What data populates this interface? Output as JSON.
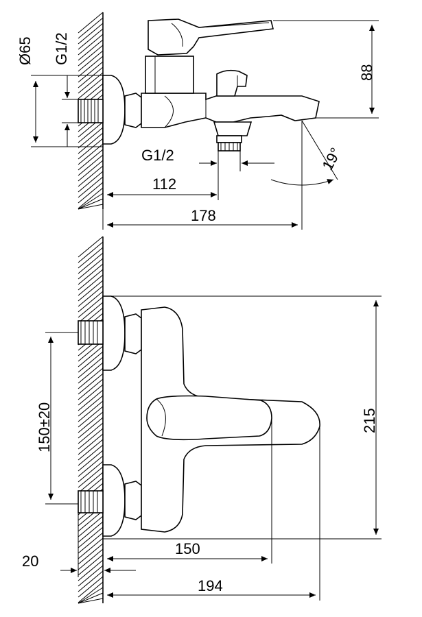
{
  "side_view": {
    "label_dia": "Ø65",
    "label_thread_wall": "G1/2",
    "label_height": "88",
    "label_thread_bottom": "G1/2",
    "label_depth_outlet": "112",
    "label_depth_total": "178",
    "label_angle": "19°"
  },
  "top_view": {
    "label_spacing": "150±20",
    "label_width": "215",
    "label_handle": "150",
    "label_wall_offset": "20",
    "label_total": "194"
  }
}
